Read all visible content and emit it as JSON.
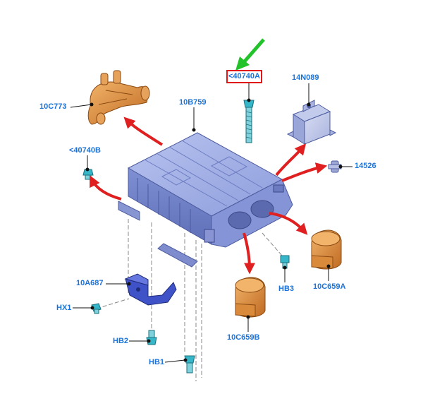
{
  "callouts": {
    "c_10C773": "10C773",
    "c_10B759": "10B759",
    "c_40740A": "<40740A",
    "c_14N089": "14N089",
    "c_40740B": "<40740B",
    "c_14526": "14526",
    "c_10A687": "10A687",
    "c_HX1": "HX1",
    "c_HB3": "HB3",
    "c_10C659A": "10C659A",
    "c_HB2": "HB2",
    "c_10C659B": "10C659B",
    "c_HB1": "HB1"
  },
  "colors": {
    "callout_text": "#1a73d9",
    "highlight_box": "#e01818",
    "pointer_arrow": "#22c22a",
    "exploded_arrows": "#e02020",
    "housing": "#9aa8e0",
    "housing_dark": "#6f80c4",
    "copper_parts": "#d98a3a",
    "fasteners": "#35b7c9"
  },
  "icons": {
    "pointer": "green-arrow-icon",
    "bracket": "mounting-bracket-icon",
    "module": "inverter-module-icon",
    "relay": "relay-module-icon",
    "coolant": "coolant-manifold-icon",
    "bolt": "bolt-icon"
  }
}
